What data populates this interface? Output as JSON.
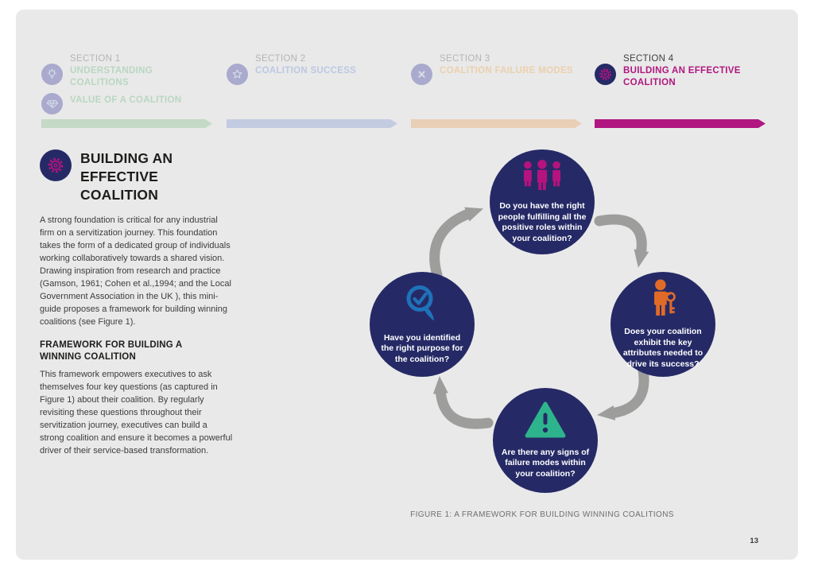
{
  "page": {
    "number": "13",
    "background_color": "#ffffff",
    "card_color": "#e9e9e9"
  },
  "nav": {
    "sections": [
      {
        "kicker": "SECTION 1",
        "active": false,
        "accent_color": "#b9d7c1",
        "bar_color": "#c4d9c6",
        "items": [
          {
            "icon": "lightbulb-icon",
            "label": "UNDERSTANDING COALITIONS"
          },
          {
            "icon": "diamond-icon",
            "label": "VALUE OF A COALITION"
          }
        ]
      },
      {
        "kicker": "SECTION 2",
        "active": false,
        "accent_color": "#bcc8e3",
        "bar_color": "#c2cbe0",
        "items": [
          {
            "icon": "star-icon",
            "label": "COALITION SUCCESS"
          }
        ]
      },
      {
        "kicker": "SECTION 3",
        "active": false,
        "accent_color": "#ecd0ad",
        "bar_color": "#e9cfb5",
        "items": [
          {
            "icon": "x-icon",
            "label": "COALITION FAILURE MODES"
          }
        ]
      },
      {
        "kicker": "SECTION 4",
        "active": true,
        "accent_color": "#b0177f",
        "bar_color": "#b11680",
        "items": [
          {
            "icon": "gear-icon",
            "label": "BUILDING AN EFFECTIVE COALITION"
          }
        ]
      }
    ]
  },
  "article": {
    "title": "BUILDING AN EFFECTIVE COALITION",
    "title_icon": "gear-icon",
    "paragraph1": "A strong foundation is critical for any industrial firm on a servitization journey. This foundation takes the form of a dedicated group of individuals working collaboratively towards a shared vision. Drawing inspiration from research and practice (Gamson, 1961; Cohen et al.,1994; and the Local Government Association in the UK ), this mini-guide proposes a framework for building winning coalitions (see Figure 1).",
    "subheading": "FRAMEWORK FOR BUILDING A WINNING COALITION",
    "paragraph2": "This framework empowers executives to ask themselves four key questions (as captured in Figure 1) about their coalition. By regularly revisiting these questions throughout their servitization journey, executives can build a strong coalition and ensure it becomes a powerful driver of their service-based transformation."
  },
  "figure": {
    "caption": "FIGURE 1: A FRAMEWORK FOR BUILDING WINNING COALITIONS",
    "node_color": "#252a66",
    "arrow_color": "#9d9d9c",
    "nodes": [
      {
        "position": "top",
        "icon": "people-icon",
        "icon_color": "#b5137f",
        "question": "Do you have the right people fulfilling all the positive roles within your coalition?"
      },
      {
        "position": "right",
        "icon": "person-key-icon",
        "icon_color": "#e06b28",
        "question": "Does your coalition exhibit the key attributes needed to drive its success?"
      },
      {
        "position": "bottom",
        "icon": "warning-triangle-icon",
        "icon_color": "#2eb48c",
        "question": "Are there any signs of failure modes within your coalition?"
      },
      {
        "position": "left",
        "icon": "magnifier-check-icon",
        "icon_color": "#1f72ba",
        "question": "Have you identified the right purpose for the coalition?"
      }
    ]
  }
}
